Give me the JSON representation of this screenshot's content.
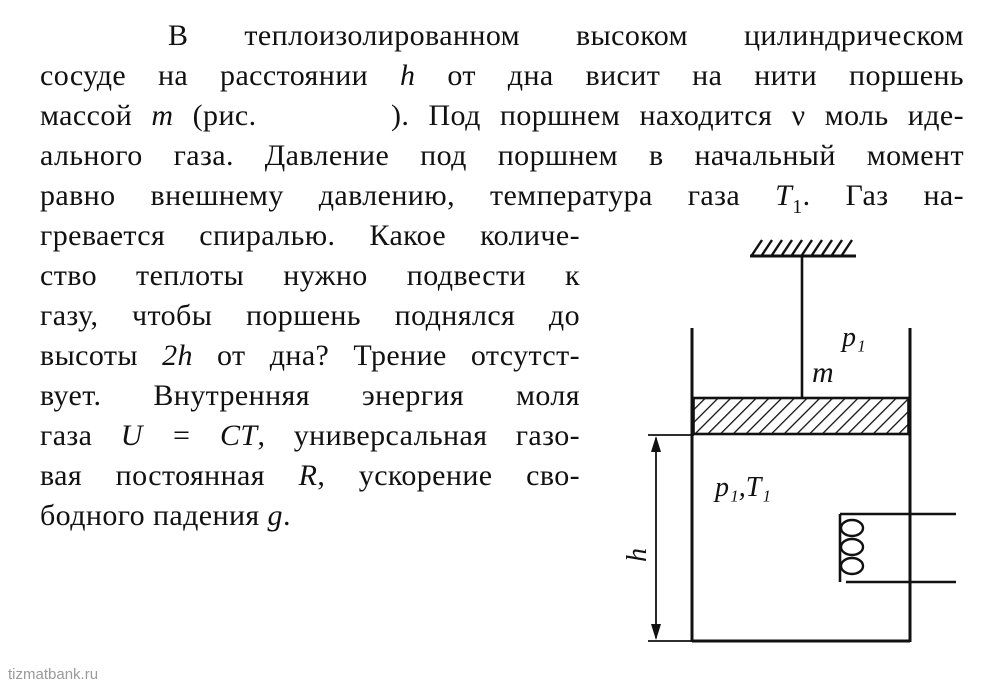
{
  "problem": {
    "lines": [
      "В теплоизолированном высоком цилиндрическом",
      "сосуде на расстоянии",
      "от дна висит на нити поршень",
      "массой",
      "(рис.",
      "). Под поршнем находится",
      "моль иде-",
      "ального газа. Давление под поршнем в начальный момент",
      "равно внешнему давлению, температура газа",
      ". Газ на-",
      "гревается спиралью. Какое количе-",
      "ство теплоты нужно подвести к",
      "газу, чтобы поршень поднялся до",
      "высоты",
      "от дна? Трение отсутст-",
      "вует. Внутренняя энергия моля",
      "газа",
      ", универсальная газо-",
      "вая постоянная",
      ", ускорение сво-",
      "бодного падения",
      "."
    ],
    "symbols": {
      "h": "h",
      "m": "m",
      "nu": "ν",
      "T": "T",
      "one": "1",
      "two_h": "2h",
      "U_eq": "U = CT",
      "R": "R",
      "g": "g"
    }
  },
  "figure": {
    "labels": {
      "p1_top": "p₁",
      "m": "m",
      "p1_T1_bottom": "p₁,T₁",
      "h": "h"
    },
    "colors": {
      "stroke": "#111111",
      "background": "#ffffff"
    }
  },
  "watermark": {
    "text": "tizmatbank.ru"
  }
}
